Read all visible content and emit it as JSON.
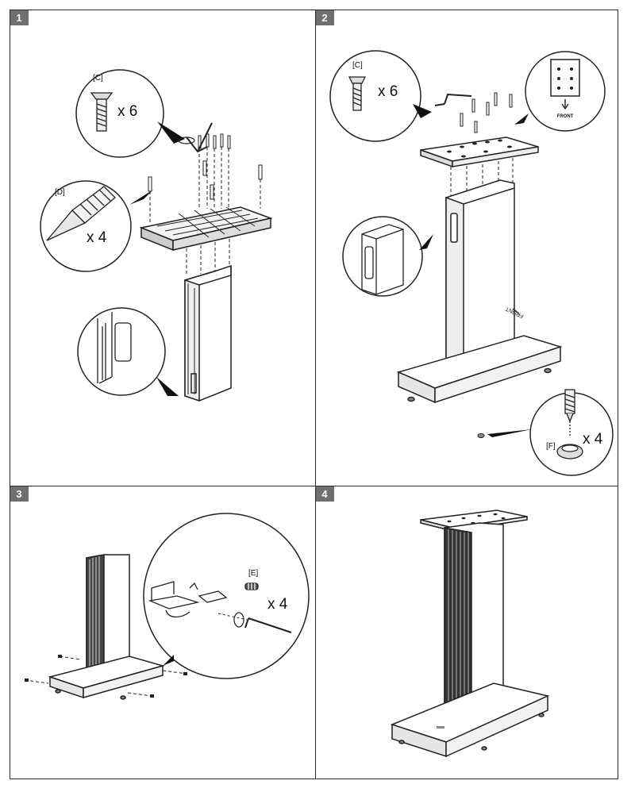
{
  "steps": [
    {
      "number": "1",
      "callouts": [
        {
          "part": "[C]",
          "qty": "x 6"
        },
        {
          "part": "[D]",
          "qty": "x 4"
        }
      ]
    },
    {
      "number": "2",
      "callouts": [
        {
          "part": "[C]",
          "qty": "x 6"
        },
        {
          "part": "[F]",
          "qty": "x 4"
        }
      ],
      "orientation_label": "FRONT",
      "floor_label": "FRONT"
    },
    {
      "number": "3",
      "callouts": [
        {
          "part": "[E]",
          "qty": "x 4"
        }
      ]
    },
    {
      "number": "4",
      "callouts": []
    }
  ]
}
